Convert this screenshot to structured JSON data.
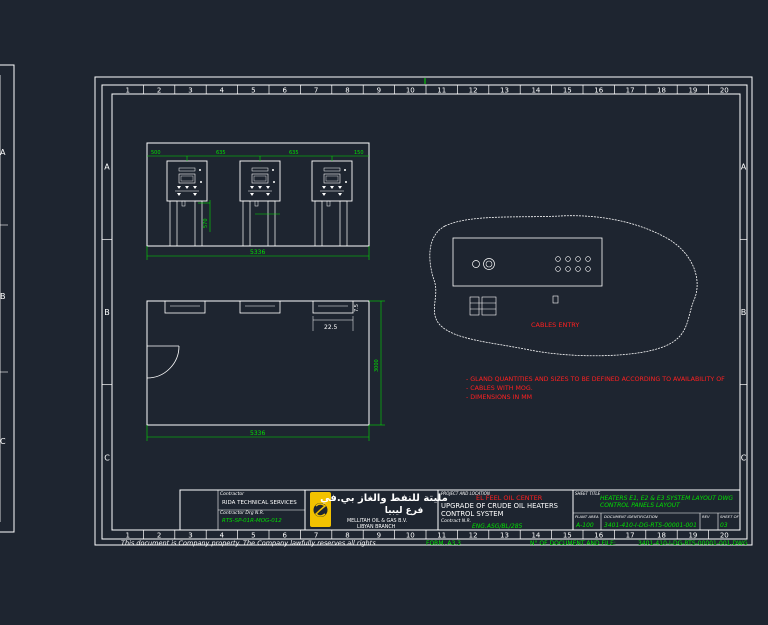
{
  "frame": {
    "columns": [
      "1",
      "2",
      "3",
      "4",
      "5",
      "6",
      "7",
      "8",
      "9",
      "10",
      "11",
      "12",
      "13",
      "14",
      "15",
      "16",
      "17",
      "18",
      "19",
      "20"
    ],
    "rows": [
      "A",
      "B",
      "C"
    ],
    "left_sheet_rows": [
      "A",
      "B",
      "C"
    ]
  },
  "front_view": {
    "dims_top": [
      "500",
      "635",
      "635",
      "150"
    ],
    "dim_side": "570",
    "dim_overall": "5336"
  },
  "plan_view": {
    "dim_overall": "5336",
    "dim_right": "3000",
    "dim_small": "22.5",
    "dim_tiny": "7.5"
  },
  "cables_entry": "CABLES ENTRY",
  "notes": [
    "- GLAND QUANTITIES AND SIZES TO BE DEFINED ACCORDING TO AVAILABILITY OF",
    "- CABLES WITH MOG.",
    "- DIMENSIONS IN MM"
  ],
  "title_block": {
    "contractor_label": "Contractor",
    "contractor": "RIDA TECHNICAL SERVICES",
    "contractor_drg_label": "Contractor Drg N.R.",
    "contractor_drg": "RTS-SP-01R-MOG-012",
    "company_ar": "مليتة للنفط والغاز بي.في",
    "branch_ar": "فرع ليبيا",
    "company_en": "MELLITAH OIL & GAS B.V.",
    "branch_en": "LIBYAN BRANCH",
    "project_label": "PROJECT AND LOCATION",
    "project_location": "EL FEEL OIL CENTER",
    "project_title_1": "UPGRADE OF CRUDE OIL HEATERS",
    "project_title_2": "CONTROL SYSTEM",
    "contract_label": "Contract N.R.",
    "contract_no": "ENG.ASG/BL/285",
    "sheet_title_label": "SHEET TITLE",
    "sheet_title_1": "HEATERS E1, E2 & E3 SYSTEM LAYOUT DWG",
    "sheet_title_2": "CONTROL PANELS LAYOUT",
    "plant_area_label": "PLANT AREA",
    "plant_area": "A-100",
    "doc_id_label": "DOCUMENT IDENTIFICATION",
    "doc_id": "3401-410-I-DG-RTS-00001-001",
    "rev_label": "REV",
    "rev": "",
    "sheet_of_label": "SHEET OF",
    "sheet_of": "03"
  },
  "footer": {
    "property_notice": "This document is Company property. The Company lawfully reserves all rights",
    "form": "FORM. A3.3",
    "doc_file_label": "N° OF DOCUMENT AND FILE:",
    "doc_file": "3401-410-I-DG-RTS-00001-001.DWG"
  },
  "colors": {
    "background": "#1e2530",
    "lines": "#ffffff",
    "dimensions": "#00e000",
    "notes": "#ff2020",
    "logo": "#f2c200"
  }
}
